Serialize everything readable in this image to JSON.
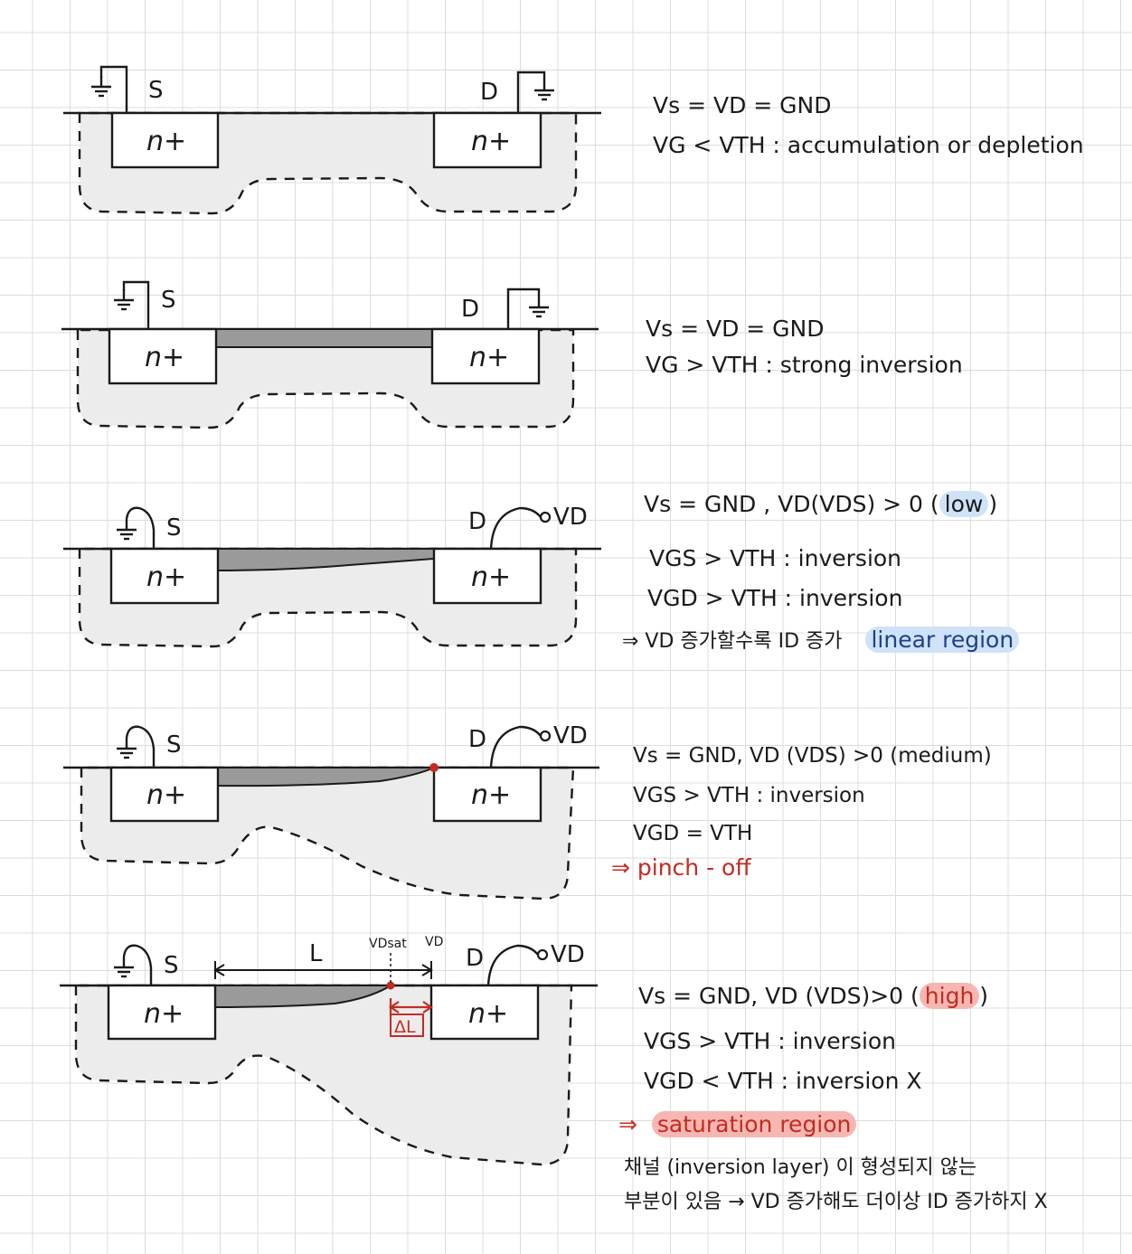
{
  "labels": {
    "source": "S",
    "drain": "D",
    "nplus": "n+",
    "vd_terminal": "VD"
  },
  "panel1": {
    "notes": [
      "Vs = VD = GND",
      "VG < VTH : accumulation or depletion"
    ]
  },
  "panel2": {
    "notes": [
      "Vs = VD = GND",
      "VG > VTH : strong inversion"
    ]
  },
  "panel3": {
    "line1_pre": "Vs = GND , VD(VDS) > 0 (",
    "line1_hl": "low",
    "line1_post": ")",
    "line2": "VGS > VTH : inversion",
    "line3": "VGD > VTH : inversion",
    "line4": "⇒ VD 증가할수록 ID 증가",
    "region": "linear region"
  },
  "panel4": {
    "line1": "Vs = GND, VD (VDS) >0 (medium)",
    "line2": "VGS > VTH : inversion",
    "line3": "VGD = VTH",
    "line4": "⇒ pinch - off"
  },
  "panel5": {
    "dim_L": "L",
    "dim_vdsat": "VDsat",
    "dim_vd": "VD",
    "dim_dL": "ΔL",
    "line1_pre": "Vs = GND, VD (VDS)>0 (",
    "line1_hl": "high",
    "line1_post": ")",
    "line2": "VGS > VTH : inversion",
    "line3": "VGD < VTH : inversion X",
    "arrow": "⇒",
    "region": "saturation region",
    "note1": "채널 (inversion layer) 이 형성되지 않는",
    "note2": "부분이 있음 → VD 증가해도 더이상 ID 증가하지 X"
  },
  "colors": {
    "ink": "#1a1a1a",
    "depletion": "#ececec",
    "channel": "#9a9a9a",
    "highlight_blue": "#cfe2f7",
    "highlight_red": "#f6b7b2",
    "red_ink": "#c42b22",
    "blue_ink": "#1f3f8c"
  }
}
